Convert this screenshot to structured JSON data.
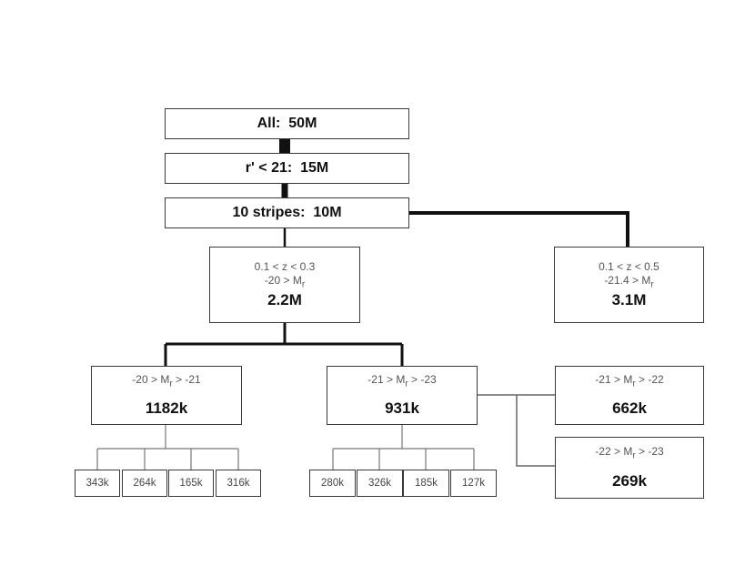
{
  "nodes": {
    "all": {
      "label": "All:",
      "value": "50M"
    },
    "mag_cut": {
      "label": "r' < 21:",
      "value": "15M"
    },
    "stripes": {
      "label": "10 stripes:",
      "value": "10M"
    },
    "low_z": {
      "z_range": "0.1 < z < 0.3",
      "mag_limit": "-20 > M",
      "mag_sub": "r",
      "count": "2.2M"
    },
    "high_z": {
      "z_range": "0.1 < z < 0.5",
      "mag_limit": "-21.4 > M",
      "mag_sub": "r",
      "count": "3.1M"
    },
    "bin_20_21": {
      "range_left": "-20 > M",
      "mag_sub": "r",
      "range_right": "> -21",
      "count": "1182k"
    },
    "bin_21_23": {
      "range_left": "-21 > M",
      "mag_sub": "r",
      "range_right": "> -23",
      "count": "931k"
    },
    "bin_21_22": {
      "range_left": "-21 > M",
      "mag_sub": "r",
      "range_right": "> -22",
      "count": "662k"
    },
    "bin_22_23": {
      "range_left": "-22 > M",
      "mag_sub": "r",
      "range_right": "> -23",
      "count": "269k"
    }
  },
  "leaves_left": [
    "343k",
    "264k",
    "165k",
    "316k"
  ],
  "leaves_right": [
    "280k",
    "326k",
    "185k",
    "127k"
  ]
}
